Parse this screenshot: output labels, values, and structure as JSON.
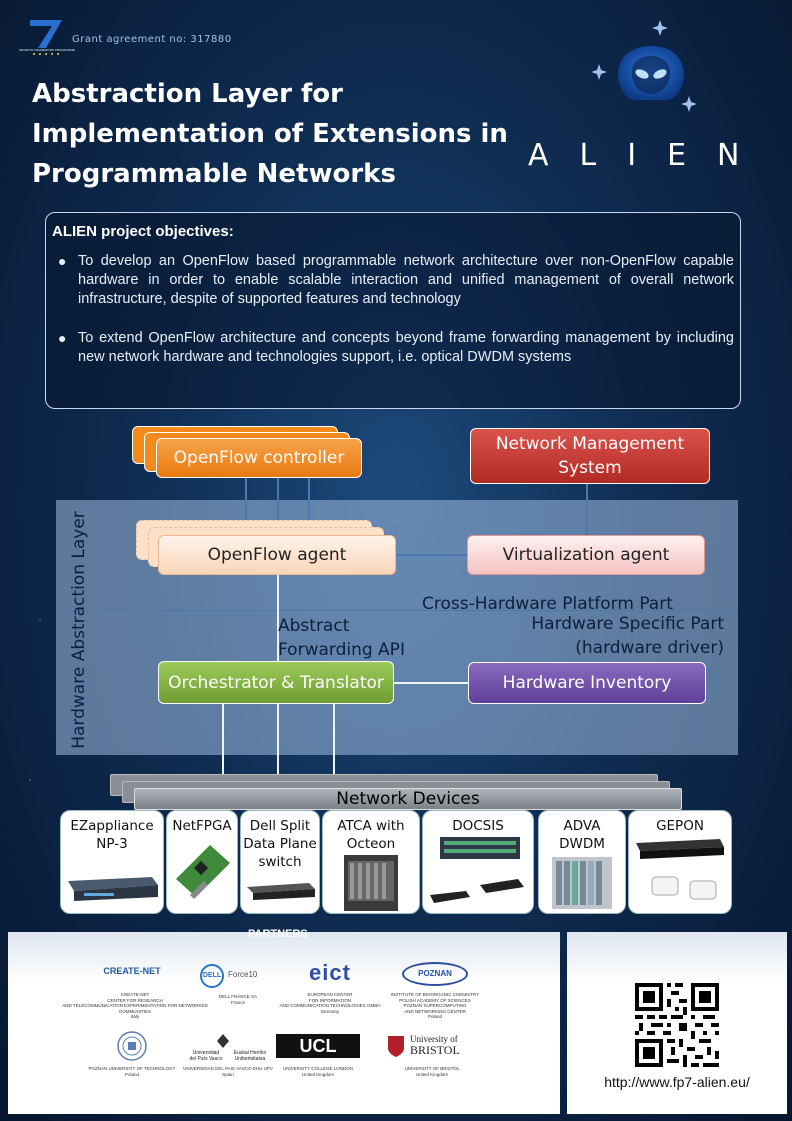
{
  "header": {
    "grant_text": "Grant agreement no: 317880",
    "eu_program_text": "SEVENTH FRAMEWORK PROGRAMME",
    "title_lines": [
      "Abstraction Layer for",
      "Implementation of Extensions in",
      "Programmable Networks"
    ],
    "logo_word": "ALIEN"
  },
  "objectives": {
    "heading": "ALIEN project objectives:",
    "items": [
      "To develop an OpenFlow based programmable network architecture over non-OpenFlow capable hardware in order to enable scalable interaction and unified management of overall network infrastructure, despite of supported features and technology",
      "To extend OpenFlow architecture and concepts beyond frame forwarding management by including new network hardware and technologies support, i.e. optical DWDM systems"
    ]
  },
  "diagram": {
    "openflow_controller": "OpenFlow controller",
    "nms_lines": [
      "Network Management",
      "System"
    ],
    "openflow_agent": "OpenFlow agent",
    "virtualization_agent": "Virtualization agent",
    "hal_label": "Hardware Abstraction Layer",
    "cross_hw": "Cross-Hardware Platform Part",
    "hw_specific_lines": [
      "Hardware Specific Part",
      "(hardware driver)"
    ],
    "afapi_lines": [
      "Abstract",
      "Forwarding API"
    ],
    "orchestrator": "Orchestrator & Translator",
    "hw_inventory": "Hardware Inventory",
    "network_devices": "Network Devices",
    "devices": [
      {
        "lines": [
          "EZappliance",
          "NP-3"
        ]
      },
      {
        "lines": [
          "NetFPGA"
        ]
      },
      {
        "lines": [
          "Dell Split",
          "Data Plane",
          "switch"
        ]
      },
      {
        "lines": [
          "ATCA with",
          "Octeon"
        ]
      },
      {
        "lines": [
          "DOCSIS"
        ]
      },
      {
        "lines": [
          "ADVA",
          "DWDM"
        ]
      },
      {
        "lines": [
          "GEPON"
        ]
      }
    ]
  },
  "partners": {
    "title": "PARTNERS",
    "logos": [
      {
        "name": "CREATE-NET",
        "caption": [
          "CREATE-NET",
          "CENTER FOR RESEARCH",
          "AND TELECOMMUNICATION EXPERIMENTATION FOR NETWORKED",
          "COMMUNITIES",
          "Italy"
        ]
      },
      {
        "name": "DELL Force10",
        "caption": [
          "DELL FRANCE SA",
          "France"
        ]
      },
      {
        "name": "eict",
        "caption": [
          "EUROPEAN CENTER",
          "FOR INFORMATION",
          "AND COMMUNICATION TECHNOLOGIES GMBH",
          "Germany"
        ]
      },
      {
        "name": "POZNAN",
        "caption": [
          "INSTITUTE OF BIOORGANIC CHEMISTRY",
          "POLISH ACADEMY OF SCIENCES",
          "POZNAN SUPERCOMPUTING",
          "AND NETWORKING CENTER",
          "Poland"
        ]
      },
      {
        "name": "PUT",
        "caption": [
          "POZNAN UNIVERSITY OF TECHNOLOGY",
          "Poland"
        ]
      },
      {
        "name": "Universidad del País Vasco Euskal Herriko Unibertsitatea",
        "caption": [
          "UNIVERSIDAD DEL PAIS VASCO EHU UPV",
          "Spain"
        ]
      },
      {
        "name": "UCL",
        "caption": [
          "UNIVERSITY COLLEGE LONDON",
          "United Kingdom"
        ]
      },
      {
        "name": "University of BRISTOL",
        "caption": [
          "UNIVERSITY OF BRISTOL",
          "United Kingdom"
        ]
      }
    ],
    "logo_texts": {
      "dell": "DELL",
      "force10": "Force10",
      "upv_left": [
        "Universidad",
        "del País Vasco"
      ],
      "upv_right": [
        "Euskal Herriko",
        "Unibertsitatea"
      ],
      "bristol": [
        "University of",
        "BRISTOL"
      ]
    }
  },
  "footer": {
    "url": "http://www.fp7-alien.eu/"
  }
}
